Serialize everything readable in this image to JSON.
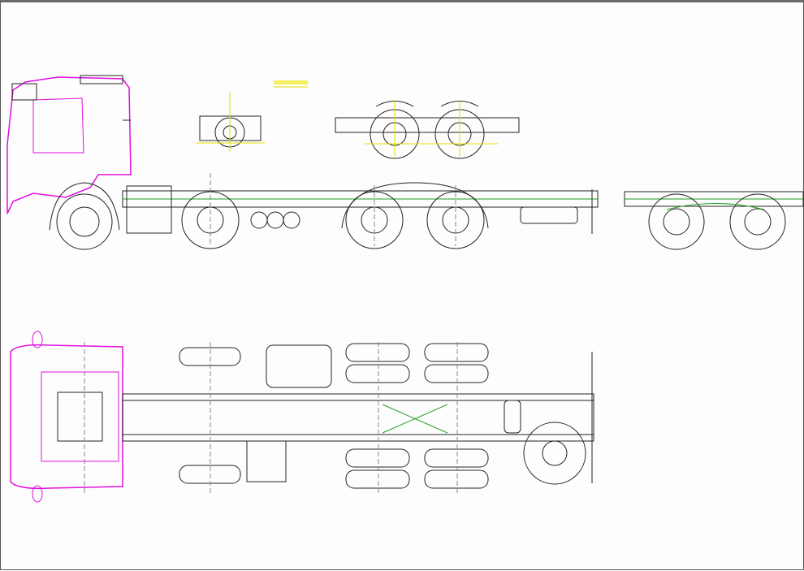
{
  "drawing": {
    "colors": {
      "outline": "#222222",
      "cab": "#e010e0",
      "detail": "#20a020",
      "axis": "#e8e000"
    },
    "views": [
      "side-view",
      "rear-axle-detail",
      "tandem-axle-detail",
      "tandem-suspension-detail",
      "top-view"
    ]
  }
}
